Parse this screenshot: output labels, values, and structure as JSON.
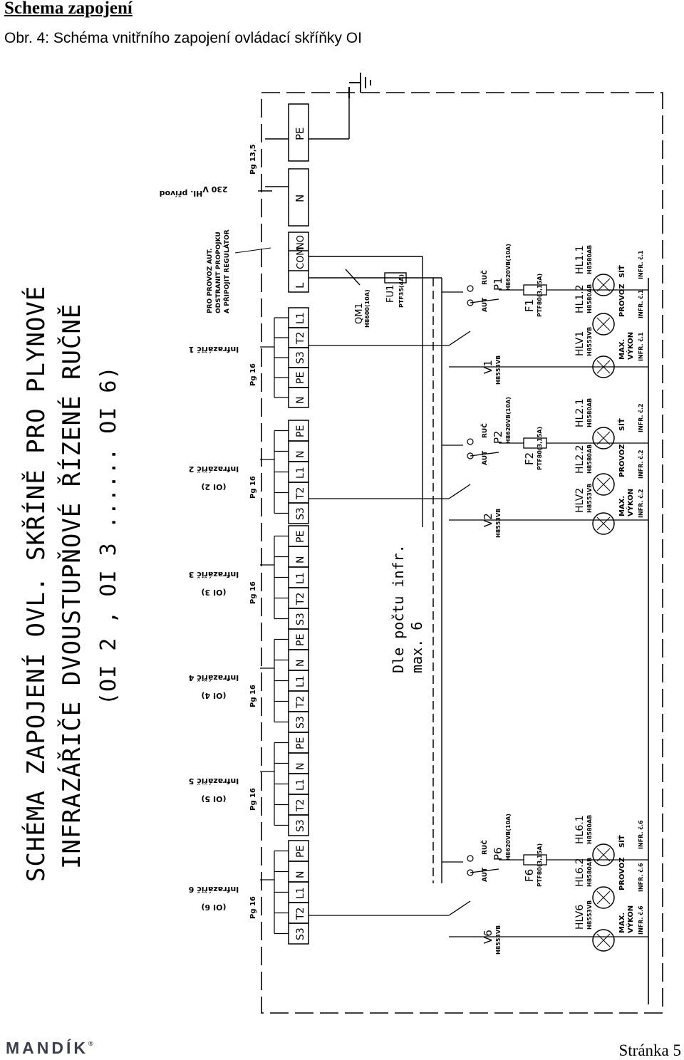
{
  "header": {
    "title": "Schema zapojení",
    "caption": "Obr. 4: Schéma vnitřního zapojení ovládací skříňky OI"
  },
  "diagram": {
    "heading_line1": "SCHÉMA ZAPOJENÍ OVL. SKŘÍNĚ PRO PLYNOVÉ",
    "heading_line2": "INFRAZÁŘIČE DVOUSTUPŇOVÉ ŘÍZENÉ RUČNĚ",
    "heading_line3": "(OI 2 , OI 3 ...... OI 6)",
    "supply_label": "Hl. přívod",
    "supply_voltage": "230 V",
    "gland_main": "Pg 13,5",
    "gland_infra": "Pg 16",
    "regulator_note": [
      "PRO PROVOZ AUT.",
      "ODSTRANIT PROPOJKU",
      "A PŘIPOJIT REGULÁTOR"
    ],
    "main_terminals": [
      "PE",
      "N",
      "L",
      "COM",
      "NO"
    ],
    "heater_groups": [
      {
        "label": "Infrazářič 1",
        "sub": "",
        "terminals": [
          "L1",
          "T2",
          "S3",
          "PE",
          "N"
        ]
      },
      {
        "label": "Infrazářič 2",
        "sub": "(OI 2)",
        "terminals": [
          "PE",
          "N",
          "L1",
          "T2",
          "S3"
        ]
      },
      {
        "label": "Infrazářič 3",
        "sub": "(OI 3)",
        "terminals": [
          "PE",
          "N",
          "L1",
          "T2",
          "S3"
        ]
      },
      {
        "label": "Infrazářič 4",
        "sub": "(OI 4)",
        "terminals": [
          "PE",
          "N",
          "L1",
          "T2",
          "S3"
        ]
      },
      {
        "label": "Infrazářič 5",
        "sub": "(OI 5)",
        "terminals": [
          "PE",
          "N",
          "L1",
          "T2",
          "S3"
        ]
      },
      {
        "label": "Infrazářič 6",
        "sub": "(OI 6)",
        "terminals": [
          "PE",
          "N",
          "L1",
          "T2",
          "S3"
        ]
      }
    ],
    "qm1": {
      "name": "QM1",
      "type": "H8600(10A)"
    },
    "fu1": {
      "name": "FU1",
      "type": "PTF35(4A)"
    },
    "switch_pos": {
      "aut": "AUT",
      "ruc": "RUČ"
    },
    "p_type": "H8620VB(10A)",
    "f_type": "PTF80(3,15A)",
    "v_type": "H8553VB",
    "lamp_type_hl": "H8580AB",
    "lamp_type_hlv": "H8553VB",
    "lamp_words": {
      "sit": "SÍŤ",
      "provoz": "PROVOZ",
      "max": "MAX.",
      "vykon": "VÝKON"
    },
    "channels": [
      {
        "p": "P1",
        "f": "F1",
        "v": "V1",
        "hl1": "HL1.1",
        "hl2": "HL1.2",
        "hlv": "HLV1",
        "infr": "INFR. č.1"
      },
      {
        "p": "P2",
        "f": "F2",
        "v": "V2",
        "hl1": "HL2.1",
        "hl2": "HL2.2",
        "hlv": "HLV2",
        "infr": "INFR. č.2"
      },
      {
        "p": "P6",
        "f": "F6",
        "v": "V6",
        "hl1": "HL6.1",
        "hl2": "HL6.2",
        "hlv": "HLV6",
        "infr": "INFR. č.6"
      }
    ],
    "note_line1": "Dle počtu infr.",
    "note_line2": "max. 6"
  },
  "footer": {
    "logo": "MANDÍK",
    "logo_mark": "®",
    "page": "Stránka 5"
  }
}
